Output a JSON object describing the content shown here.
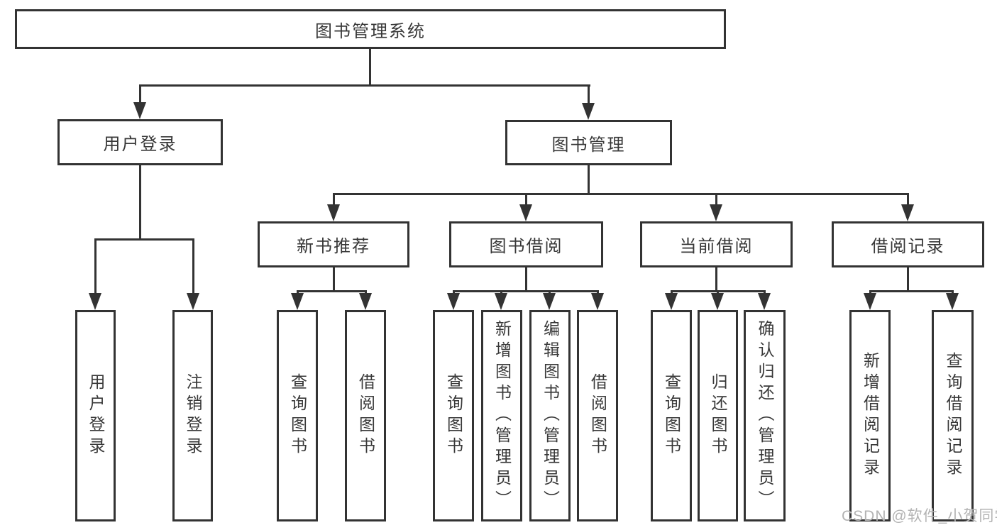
{
  "colors": {
    "line": "#333333",
    "text": "#383838",
    "background": "#ffffff",
    "watermark": "#b3b3b3"
  },
  "watermark": {
    "text": "CSDN @软件_小贺同学"
  },
  "diagram": {
    "type": "tree",
    "root": {
      "label": "图书管理系统"
    },
    "level2": [
      {
        "label": "用户登录"
      },
      {
        "label": "图书管理"
      }
    ],
    "level3": [
      {
        "label": "新书推荐",
        "parent": "图书管理"
      },
      {
        "label": "图书借阅",
        "parent": "图书管理"
      },
      {
        "label": "当前借阅",
        "parent": "图书管理"
      },
      {
        "label": "借阅记录",
        "parent": "图书管理"
      }
    ],
    "leaves": [
      {
        "label": "用户登录",
        "parent": "用户登录"
      },
      {
        "label": "注销登录",
        "parent": "用户登录"
      },
      {
        "label": "查询图书",
        "parent": "新书推荐"
      },
      {
        "label": "借阅图书",
        "parent": "新书推荐"
      },
      {
        "label": "查询图书",
        "parent": "图书借阅"
      },
      {
        "label": "新增图书（管理员）",
        "parent": "图书借阅"
      },
      {
        "label": "编辑图书（管理员）",
        "parent": "图书借阅"
      },
      {
        "label": "借阅图书",
        "parent": "图书借阅"
      },
      {
        "label": "查询图书",
        "parent": "当前借阅"
      },
      {
        "label": "归还图书",
        "parent": "当前借阅"
      },
      {
        "label": "确认归还（管理员）",
        "parent": "当前借阅"
      },
      {
        "label": "新增借阅记录",
        "parent": "借阅记录"
      },
      {
        "label": "查询借阅记录",
        "parent": "借阅记录"
      }
    ]
  }
}
